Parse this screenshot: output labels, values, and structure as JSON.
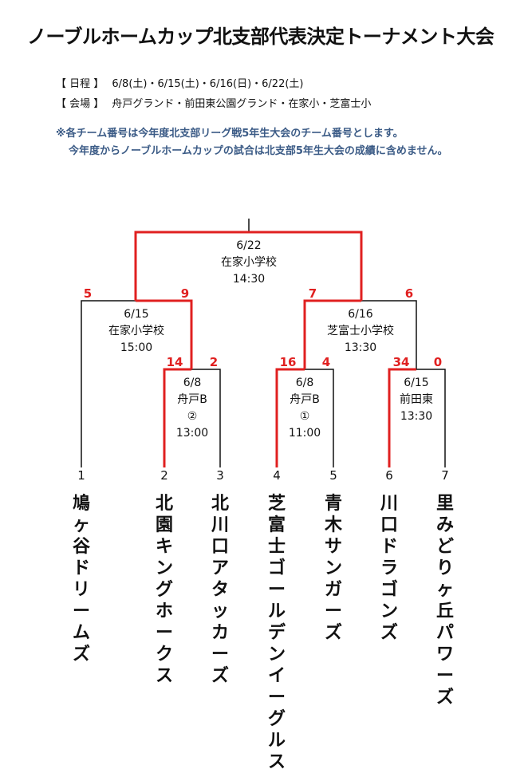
{
  "title": "ノーブルホームカップ北支部代表決定トーナメント大会",
  "schedule": {
    "label": "【 日程 】",
    "value": "6/8(土)・6/15(土)・6/16(日)・6/22(土)"
  },
  "venue": {
    "label": "【 会場 】",
    "value": "舟戸グランド・前田東公園グランド・在家小・芝富士小"
  },
  "notes": [
    "※各チーム番号は今年度北支部リーグ戦5年生大会のチーム番号とします。",
    "今年度からノーブルホームカップの試合は北支部5年生大会の成績に含めません。"
  ],
  "colors": {
    "winner_line": "#e02020",
    "normal_line": "#111111",
    "score": "#e02020",
    "note": "#3b5b86"
  },
  "teams": [
    {
      "number": "1",
      "name": "鳩ヶ谷ドリームズ"
    },
    {
      "number": "2",
      "name": "北園キングホークス"
    },
    {
      "number": "3",
      "name": "北川口アタッカーズ"
    },
    {
      "number": "4",
      "name": "芝富士ゴールデンイーグルス"
    },
    {
      "number": "5",
      "name": "青木サンガーズ"
    },
    {
      "number": "6",
      "name": "川口ドラゴンズ"
    },
    {
      "number": "7",
      "name": "里みどりヶ丘パワーズ"
    }
  ],
  "matches": {
    "r1a": {
      "date": "6/8",
      "venue": "舟戸B",
      "court": "②",
      "time": "13:00",
      "score_left": "14",
      "score_right": "2"
    },
    "r1b": {
      "date": "6/8",
      "venue": "舟戸B",
      "court": "①",
      "time": "11:00",
      "score_left": "16",
      "score_right": "4"
    },
    "r1c": {
      "date": "6/15",
      "venue": "前田東",
      "time": "13:30",
      "score_left": "34",
      "score_right": "0"
    },
    "r2a": {
      "date": "6/15",
      "venue": "在家小学校",
      "time": "15:00",
      "score_left": "5",
      "score_right": "9"
    },
    "r2b": {
      "date": "6/16",
      "venue": "芝富士小学校",
      "time": "13:30",
      "score_left": "7",
      "score_right": "6"
    },
    "final": {
      "date": "6/22",
      "venue": "在家小学校",
      "time": "14:30"
    }
  }
}
